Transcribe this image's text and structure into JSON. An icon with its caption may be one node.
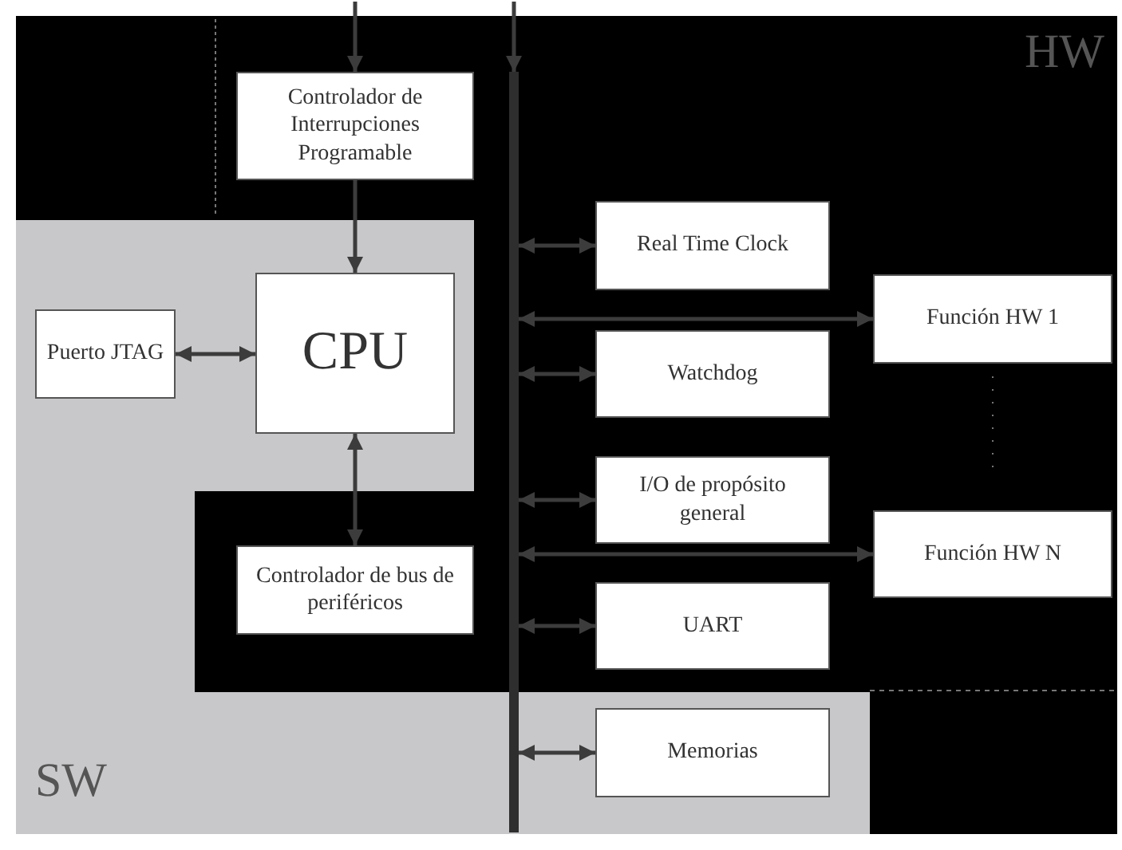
{
  "diagram": {
    "nodes": [
      {
        "text": [
          "HW"
        ]
      },
      {
        "text": [
          "SW"
        ],
        "in": 0
      },
      {
        "text": [
          "Controlador de Interrupciones Programable"
        ],
        "in": 0
      },
      {
        "text": [
          "Puerto JTAG"
        ],
        "in": 1
      },
      {
        "text": [
          "CPU"
        ],
        "in": 1
      },
      {
        "text": [
          "Controlador de bus de periféricos"
        ],
        "in": 0
      },
      {
        "text": [],
        "shape": "bar",
        "in": 0
      },
      {
        "text": [
          "Real Time Clock"
        ],
        "in": 0
      },
      {
        "text": [
          "Función HW 1"
        ],
        "in": 0
      },
      {
        "text": [
          "Watchdog"
        ],
        "in": 0
      },
      {
        "text": [
          "I/O de propósito general"
        ],
        "in": 0
      },
      {
        "text": [
          "Función HW N"
        ],
        "in": 0
      },
      {
        "text": [
          "UART"
        ],
        "in": 0
      },
      {
        "text": [
          "Memorias"
        ],
        "in": 1
      }
    ],
    "edges": [
      {
        "from": null,
        "to": 2,
        "arrow": "to"
      },
      {
        "from": null,
        "to": 6,
        "arrow": "to"
      },
      {
        "from": 2,
        "to": 4,
        "arrow": "to"
      },
      {
        "from": 3,
        "to": 4,
        "arrow": "both"
      },
      {
        "from": 4,
        "to": 5,
        "arrow": "both"
      },
      {
        "from": 6,
        "to": 7,
        "arrow": "both"
      },
      {
        "from": 6,
        "to": 8,
        "arrow": "both"
      },
      {
        "from": 6,
        "to": 9,
        "arrow": "both"
      },
      {
        "from": 6,
        "to": 10,
        "arrow": "both"
      },
      {
        "from": 6,
        "to": 11,
        "arrow": "both"
      },
      {
        "from": 6,
        "to": 12,
        "arrow": "both"
      },
      {
        "from": 6,
        "to": 13,
        "arrow": "both"
      }
    ]
  }
}
